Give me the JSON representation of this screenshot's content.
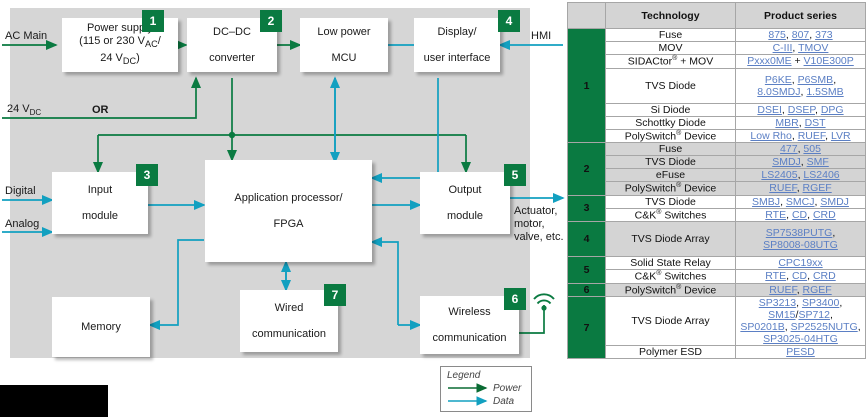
{
  "diagram": {
    "blocks": [
      {
        "id": "power-supply",
        "lines": [
          "Power supply",
          "(115 or 230 V_AC/",
          "24 V_DC)"
        ],
        "badge": "1"
      },
      {
        "id": "dcdc",
        "lines": [
          "DC–DC",
          "converter"
        ],
        "badge": "2"
      },
      {
        "id": "low-power-mcu",
        "lines": [
          "Low power",
          "MCU"
        ],
        "badge": ""
      },
      {
        "id": "display-ui",
        "lines": [
          "Display/",
          "user interface"
        ],
        "badge": "4"
      },
      {
        "id": "input-module",
        "lines": [
          "Input",
          "module"
        ],
        "badge": "3"
      },
      {
        "id": "app-processor",
        "lines": [
          "Application processor/",
          "FPGA"
        ],
        "badge": ""
      },
      {
        "id": "output-module",
        "lines": [
          "Output",
          "module"
        ],
        "badge": "5"
      },
      {
        "id": "memory",
        "lines": [
          "Memory"
        ],
        "badge": ""
      },
      {
        "id": "wired-comm",
        "lines": [
          "Wired",
          "communication"
        ],
        "badge": "7"
      },
      {
        "id": "wireless-comm",
        "lines": [
          "Wireless",
          "communication"
        ],
        "badge": "6"
      }
    ],
    "labels": {
      "ac_main": "AC Main",
      "hmi": "HMI",
      "v24dc": "24 V",
      "v24dc_sub": "DC",
      "or": "OR",
      "digital": "Digital",
      "analog": "Analog",
      "actuator_l1": "Actuator,",
      "actuator_l2": "motor,",
      "actuator_l3": "valve, etc."
    },
    "legend": {
      "title": "Legend",
      "power": "Power",
      "data": "Data"
    },
    "colors": {
      "power": "#0a7a41",
      "data": "#12a0c0",
      "badge": "#0a7a41",
      "background": "#d6d6d6"
    }
  },
  "table": {
    "headers": {
      "blank": "",
      "technology": "Technology",
      "product_series": "Product series"
    },
    "groups": [
      {
        "number": "1",
        "shade": "w",
        "rows": [
          {
            "technology": "Fuse",
            "tech_sup": "",
            "products": [
              {
                "t": "875",
                "link": true
              },
              {
                "t": ", ",
                "link": false
              },
              {
                "t": "807",
                "link": true
              },
              {
                "t": ", ",
                "link": false
              },
              {
                "t": "373",
                "link": true
              }
            ]
          },
          {
            "technology": "MOV",
            "tech_sup": "",
            "products": [
              {
                "t": "C-III",
                "link": true
              },
              {
                "t": ", ",
                "link": false
              },
              {
                "t": "TMOV",
                "link": true
              }
            ]
          },
          {
            "technology": "SIDACtor",
            "tech_sup": "®",
            "tech_tail": " + MOV",
            "products": [
              {
                "t": "Pxxx0ME",
                "link": true
              },
              {
                "t": " + ",
                "link": false
              },
              {
                "t": "V10E300P",
                "link": true
              }
            ]
          },
          {
            "technology": "TVS Diode",
            "tech_sup": "",
            "products": [
              {
                "t": "P6KE",
                "link": true
              },
              {
                "t": ", ",
                "link": false
              },
              {
                "t": "P6SMB",
                "link": true
              },
              {
                "t": ",",
                "link": false
              },
              {
                "t": "BR",
                "link": false
              },
              {
                "t": "8.0SMDJ",
                "link": true
              },
              {
                "t": ", ",
                "link": false
              },
              {
                "t": "1.5SMB",
                "link": true
              }
            ],
            "tall": true
          },
          {
            "technology": "Si Diode",
            "tech_sup": "",
            "products": [
              {
                "t": "DSEI",
                "link": true
              },
              {
                "t": ", ",
                "link": false
              },
              {
                "t": "DSEP",
                "link": true
              },
              {
                "t": ", ",
                "link": false
              },
              {
                "t": "DPG",
                "link": true
              }
            ]
          },
          {
            "technology": "Schottky Diode",
            "tech_sup": "",
            "products": [
              {
                "t": "MBR",
                "link": true
              },
              {
                "t": ", ",
                "link": false
              },
              {
                "t": "DST",
                "link": true
              }
            ]
          },
          {
            "technology": "PolySwitch",
            "tech_sup": "®",
            "tech_tail": " Device",
            "products": [
              {
                "t": "Low Rho",
                "link": true
              },
              {
                "t": ", ",
                "link": false
              },
              {
                "t": "RUEF",
                "link": true
              },
              {
                "t": ", ",
                "link": false
              },
              {
                "t": "LVR",
                "link": true
              }
            ]
          }
        ]
      },
      {
        "number": "2",
        "shade": "g",
        "rows": [
          {
            "technology": "Fuse",
            "tech_sup": "",
            "products": [
              {
                "t": "477",
                "link": true
              },
              {
                "t": ", ",
                "link": false
              },
              {
                "t": "505",
                "link": true
              }
            ]
          },
          {
            "technology": "TVS Diode",
            "tech_sup": "",
            "products": [
              {
                "t": "SMDJ",
                "link": true
              },
              {
                "t": ", ",
                "link": false
              },
              {
                "t": "SMF",
                "link": true
              }
            ]
          },
          {
            "technology": "eFuse",
            "tech_sup": "",
            "products": [
              {
                "t": "LS2405",
                "link": true
              },
              {
                "t": ", ",
                "link": false
              },
              {
                "t": "LS2406",
                "link": true
              }
            ]
          },
          {
            "technology": "PolySwitch",
            "tech_sup": "®",
            "tech_tail": " Device",
            "products": [
              {
                "t": "RUEF",
                "link": true
              },
              {
                "t": ", ",
                "link": false
              },
              {
                "t": "RGEF",
                "link": true
              }
            ]
          }
        ]
      },
      {
        "number": "3",
        "shade": "w",
        "rows": [
          {
            "technology": "TVS Diode",
            "tech_sup": "",
            "products": [
              {
                "t": "SMBJ",
                "link": true
              },
              {
                "t": ", ",
                "link": false
              },
              {
                "t": "SMCJ",
                "link": true
              },
              {
                "t": ", ",
                "link": false
              },
              {
                "t": "SMDJ",
                "link": true
              }
            ]
          },
          {
            "technology": "C&K",
            "tech_sup": "®",
            "tech_tail": " Switches",
            "products": [
              {
                "t": "RTE",
                "link": true
              },
              {
                "t": ", ",
                "link": false
              },
              {
                "t": "CD",
                "link": true
              },
              {
                "t": ", ",
                "link": false
              },
              {
                "t": "CRD",
                "link": true
              }
            ]
          }
        ]
      },
      {
        "number": "4",
        "shade": "g",
        "rows": [
          {
            "technology": "TVS Diode Array",
            "tech_sup": "",
            "products": [
              {
                "t": "SP7538PUTG",
                "link": true
              },
              {
                "t": ",",
                "link": false
              },
              {
                "t": "BR",
                "link": false
              },
              {
                "t": "SP8008-08UTG",
                "link": true
              }
            ],
            "tall": true
          }
        ]
      },
      {
        "number": "5",
        "shade": "w",
        "rows": [
          {
            "technology": "Solid State Relay",
            "tech_sup": "",
            "products": [
              {
                "t": "CPC19xx",
                "link": true
              }
            ]
          },
          {
            "technology": "C&K",
            "tech_sup": "®",
            "tech_tail": " Switches",
            "products": [
              {
                "t": "RTE",
                "link": true
              },
              {
                "t": ", ",
                "link": false
              },
              {
                "t": "CD",
                "link": true
              },
              {
                "t": ", ",
                "link": false
              },
              {
                "t": "CRD",
                "link": true
              }
            ]
          }
        ]
      },
      {
        "number": "6",
        "shade": "g",
        "rows": [
          {
            "technology": "PolySwitch",
            "tech_sup": "®",
            "tech_tail": " Device",
            "products": [
              {
                "t": "RUEF",
                "link": true
              },
              {
                "t": ", ",
                "link": false
              },
              {
                "t": "RGEF",
                "link": true
              }
            ]
          }
        ]
      },
      {
        "number": "7",
        "shade": "w",
        "rows": [
          {
            "technology": "TVS Diode Array",
            "tech_sup": "",
            "products": [
              {
                "t": "SP3213",
                "link": true
              },
              {
                "t": ", ",
                "link": false
              },
              {
                "t": "SP3400",
                "link": true
              },
              {
                "t": ", ",
                "link": false
              },
              {
                "t": "SM15",
                "link": true
              },
              {
                "t": "/",
                "link": false
              },
              {
                "t": "SP712",
                "link": true
              },
              {
                "t": ",",
                "link": false
              },
              {
                "t": "BR",
                "link": false
              },
              {
                "t": "SP0201B",
                "link": true
              },
              {
                "t": ", ",
                "link": false
              },
              {
                "t": "SP2525NUTG",
                "link": true
              },
              {
                "t": ",",
                "link": false
              },
              {
                "t": "BR",
                "link": false
              },
              {
                "t": "SP3025-04HTG",
                "link": true
              }
            ],
            "tall3": true
          },
          {
            "technology": "Polymer ESD",
            "tech_sup": "",
            "products": [
              {
                "t": "PESD",
                "link": true
              }
            ]
          }
        ]
      }
    ]
  }
}
